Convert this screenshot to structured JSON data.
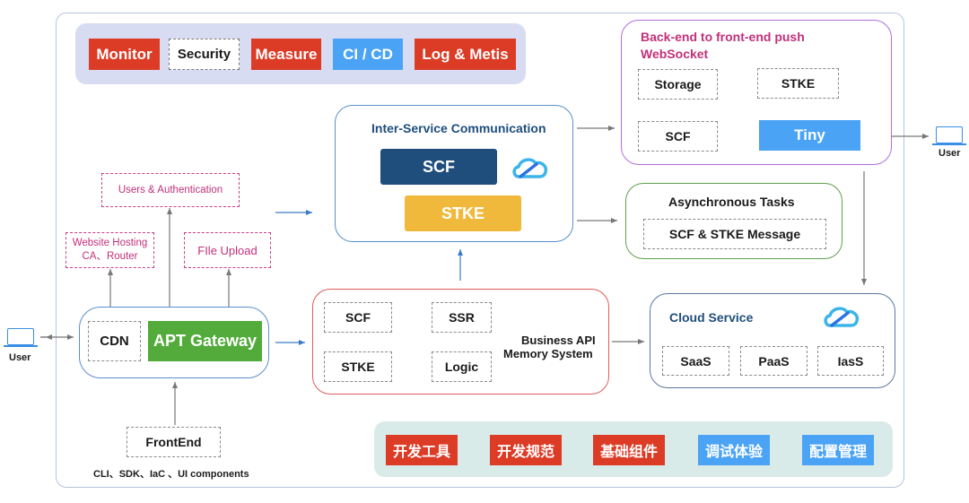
{
  "top_toolbar": {
    "tags": [
      {
        "label": "Monitor",
        "style": "red"
      },
      {
        "label": "Security",
        "style": "plain"
      },
      {
        "label": "Measure",
        "style": "red"
      },
      {
        "label": "CI / CD",
        "style": "blue"
      },
      {
        "label": "Log & Metis",
        "style": "red"
      }
    ]
  },
  "websocket_group": {
    "title_line1": "Back-end to front-end push",
    "title_line2": "WebSocket",
    "nodes": {
      "storage": "Storage",
      "stke": "STKE",
      "scf": "SCF",
      "tiny": "Tiny"
    }
  },
  "inter_service": {
    "title": "Inter-Service Communication",
    "scf": "SCF",
    "stke": "STKE",
    "icon": "cloud-icon"
  },
  "async_tasks": {
    "title": "Asynchronous Tasks",
    "message": "SCF & STKE Message"
  },
  "auth_boxes": {
    "users_auth": "Users & Authentication",
    "website_hosting_line1": "Website Hosting",
    "website_hosting_line2": "CA、Router",
    "file_upload": "FIle Upload"
  },
  "gateway_group": {
    "cdn": "CDN",
    "gateway": "APT Gateway"
  },
  "business_group": {
    "scf": "SCF",
    "ssr": "SSR",
    "stke": "STKE",
    "logic": "Logic",
    "label_line1": "Business API",
    "label_line2": "Memory System"
  },
  "cloud_service": {
    "title": "Cloud Service",
    "icon": "cloud-icon",
    "items": [
      "SaaS",
      "PaaS",
      "IasS"
    ]
  },
  "frontend": {
    "box": "FrontEnd",
    "caption": "CLI、SDK、IaC 、UI components"
  },
  "users": {
    "left": "User",
    "right": "User"
  },
  "bottom_toolbar": {
    "tags": [
      {
        "label": "开发工具",
        "style": "red"
      },
      {
        "label": "开发规范",
        "style": "red"
      },
      {
        "label": "基础组件",
        "style": "red"
      },
      {
        "label": "调试体验",
        "style": "blue"
      },
      {
        "label": "配置管理",
        "style": "blue"
      }
    ]
  },
  "colors": {
    "red": "#dc3b26",
    "blue": "#4aa3f5",
    "navy": "#1f4e7d",
    "yellow": "#f0b93c",
    "green": "#52ab3a",
    "pink": "#c2307a"
  }
}
